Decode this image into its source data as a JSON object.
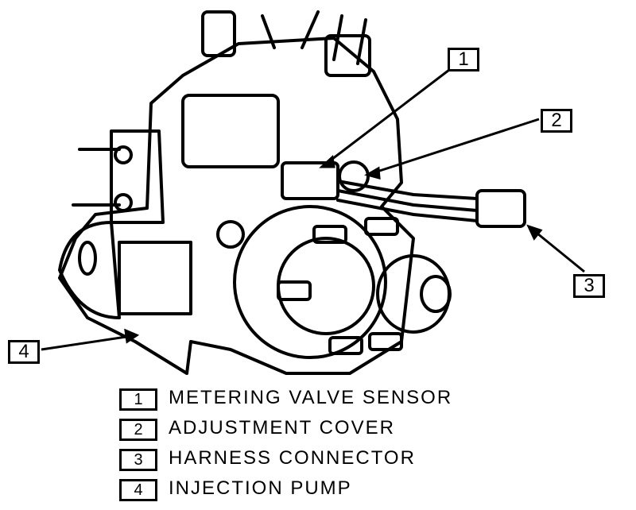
{
  "callouts": [
    {
      "number": "1"
    },
    {
      "number": "2"
    },
    {
      "number": "3"
    },
    {
      "number": "4"
    }
  ],
  "legend": [
    {
      "number": "1",
      "label": "METERING VALVE SENSOR"
    },
    {
      "number": "2",
      "label": "ADJUSTMENT COVER"
    },
    {
      "number": "3",
      "label": "HARNESS CONNECTOR"
    },
    {
      "number": "4",
      "label": "INJECTION PUMP"
    }
  ]
}
